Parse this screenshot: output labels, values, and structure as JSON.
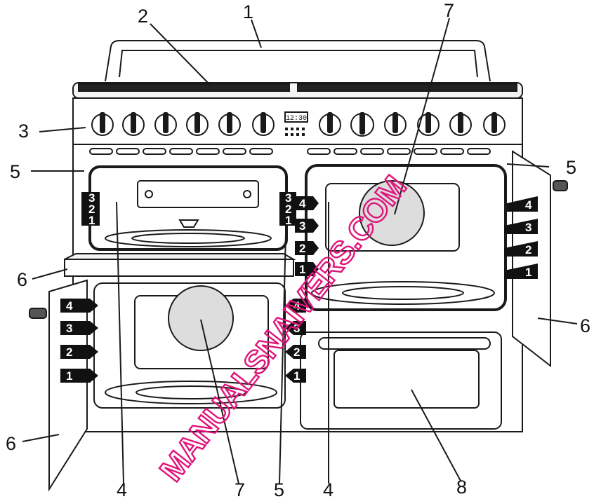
{
  "callouts": {
    "c1": "1",
    "c2": "2",
    "c3": "3",
    "c5_left": "5",
    "c5_right": "5",
    "c7_top": "7",
    "c6_left_shelf": "6",
    "c6_right": "6",
    "c6_left_bottom": "6",
    "c4_bottom_a": "4",
    "c7_bottom": "7",
    "c5_bottom": "5",
    "c4_bottom_b": "4",
    "c8": "8"
  },
  "shelf_levels": {
    "top_left_oven": [
      "3",
      "2",
      "1"
    ],
    "right_oven": [
      "4",
      "3",
      "2",
      "1"
    ],
    "lower_left_oven": [
      "4",
      "3",
      "2",
      "1"
    ]
  },
  "display": {
    "clock": "12:30"
  },
  "watermark": "MANUALSNAIVERS.COM",
  "colors": {
    "line": "#1a1a1a",
    "watermark": "#e0147a",
    "tag": "#111111"
  }
}
